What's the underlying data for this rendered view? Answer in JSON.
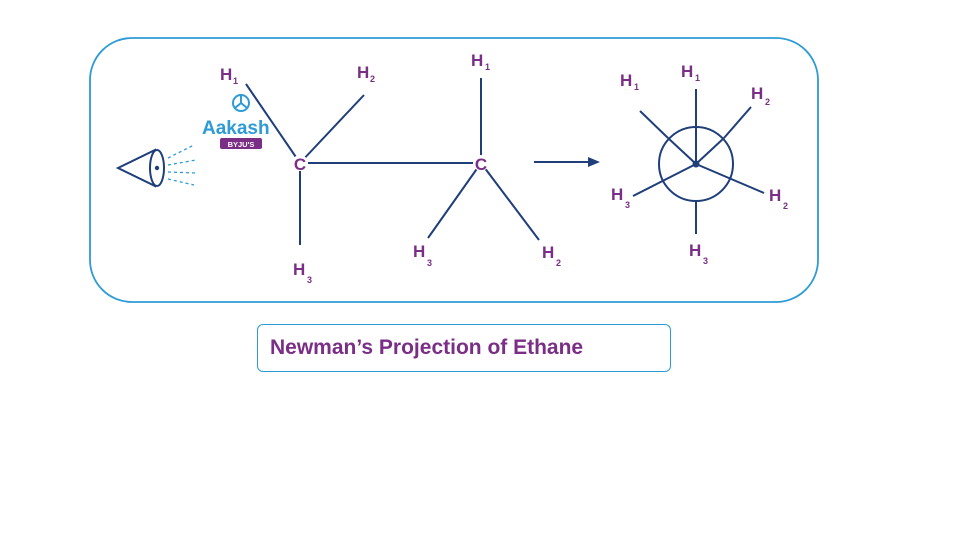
{
  "colors": {
    "frame": "#2e9bd6",
    "bond": "#1f3e7a",
    "label": "#7a2e86",
    "logo": "#2e9bd6"
  },
  "logo": {
    "name": "Aakash",
    "tagline": "BYJU'S"
  },
  "sawhorse": {
    "front_carbon": "C",
    "back_carbon": "C",
    "front_h1": {
      "symbol": "H",
      "sub": "1"
    },
    "front_h2": {
      "symbol": "H",
      "sub": "2"
    },
    "front_h3": {
      "symbol": "H",
      "sub": "3"
    },
    "back_h1": {
      "symbol": "H",
      "sub": "1"
    },
    "back_h2": {
      "symbol": "H",
      "sub": "2"
    },
    "back_h3": {
      "symbol": "H",
      "sub": "3"
    }
  },
  "newman": {
    "h1_left": {
      "symbol": "H",
      "sub": "1"
    },
    "h1_top": {
      "symbol": "H",
      "sub": "1"
    },
    "h2_top": {
      "symbol": "H",
      "sub": "2"
    },
    "h3_left": {
      "symbol": "H",
      "sub": "3"
    },
    "h2_right": {
      "symbol": "H",
      "sub": "2"
    },
    "h3_bottom": {
      "symbol": "H",
      "sub": "3"
    }
  },
  "caption": "Newman’s Projection of Ethane"
}
